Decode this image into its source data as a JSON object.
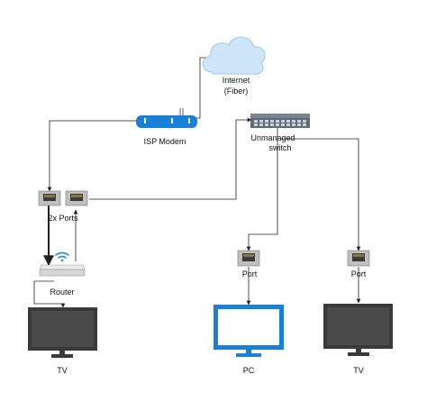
{
  "nodes": {
    "internet": {
      "line1": "Internet",
      "line2": "(Fiber)",
      "icon": "cloud-icon"
    },
    "modem": {
      "label": "ISP Modem",
      "icon": "modem-icon"
    },
    "switch": {
      "line1": "Unmanaged",
      "line2": "switch",
      "icon": "switch-icon"
    },
    "ports": {
      "label": "2x Ports",
      "icon": "ethernet-port-icon"
    },
    "router": {
      "label": "Router",
      "icon": "wifi-router-icon"
    },
    "tv_left": {
      "label": "TV",
      "icon": "monitor-icon"
    },
    "port_pc": {
      "label": "Port",
      "icon": "ethernet-port-icon"
    },
    "port_tv": {
      "label": "Port",
      "icon": "ethernet-port-icon"
    },
    "pc": {
      "label": "PC",
      "icon": "monitor-icon"
    },
    "tv_right": {
      "label": "TV",
      "icon": "monitor-icon"
    }
  },
  "colors": {
    "modem_blue": "#1a7fd6",
    "pc_blue": "#1a7fd6",
    "tv_dark": "#3a3a3a",
    "cloud_blue": "#cfe5f8",
    "switch_gray": "#5f6a78",
    "port_gray": "#bfbfbf",
    "router_gray": "#d6d6d6",
    "wifi_blue": "#2a8fd8",
    "line": "#222222"
  }
}
